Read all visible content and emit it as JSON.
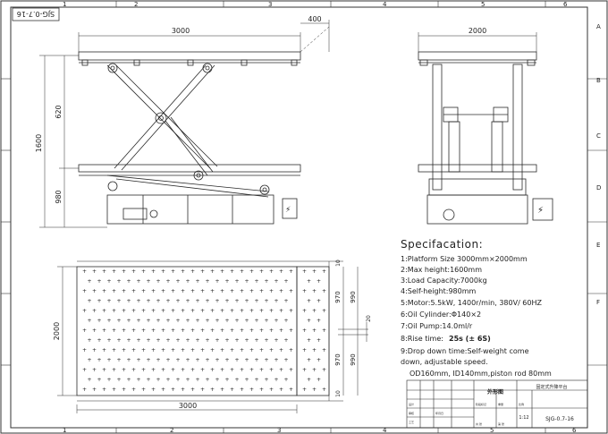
{
  "drawing_code_rotated": "SJG-0.7-16",
  "border_numbers_top": [
    "1",
    "2",
    "3",
    "4",
    "5",
    "6"
  ],
  "border_numbers_bottom": [
    "1",
    "2",
    "3",
    "4",
    "5",
    "6"
  ],
  "border_letters": [
    "A",
    "B",
    "C",
    "D",
    "E",
    "F"
  ],
  "dimensions": {
    "side_length": "3000",
    "overhang": "400",
    "end_width": "2000",
    "upper_height": "620",
    "total_height": "1600",
    "self_height": "980",
    "plan_length": "3000",
    "plan_width": "2000",
    "edge_top": "10",
    "edge_bottom": "10",
    "half_a": "970",
    "half_b": "970",
    "half_c": "990",
    "half_d": "990",
    "gap": "20"
  },
  "spec": {
    "title": "Specifacation:",
    "lines": [
      "1:Platform Size 3000mm×2000mm",
      "2:Max height:1600mm",
      "3:Load Capacity:7000kg",
      "4:Self-height:980mm",
      "5:Motor:5.5kW, 1400r/min, 380V/ 60HZ",
      "6:Oil Cylinder:Φ140×2",
      "7:Oil Pump:14.0ml/r"
    ],
    "rise_label": "8:Rise time: ",
    "rise_value": "25s (± 6S)",
    "drop_line1": "9:Drop down time:Self-weight come",
    "drop_line2": "down, adjustable speed.",
    "cyl_line": "OD160mm, ID140mm,piston rod 80mm"
  },
  "title_block": {
    "name": "外形图",
    "product": "固定式升降平台",
    "drawing_no": "SJG-0.7-16",
    "scale": "1:12"
  },
  "colors": {
    "line": "#2a2a2a",
    "faint": "#777777"
  }
}
